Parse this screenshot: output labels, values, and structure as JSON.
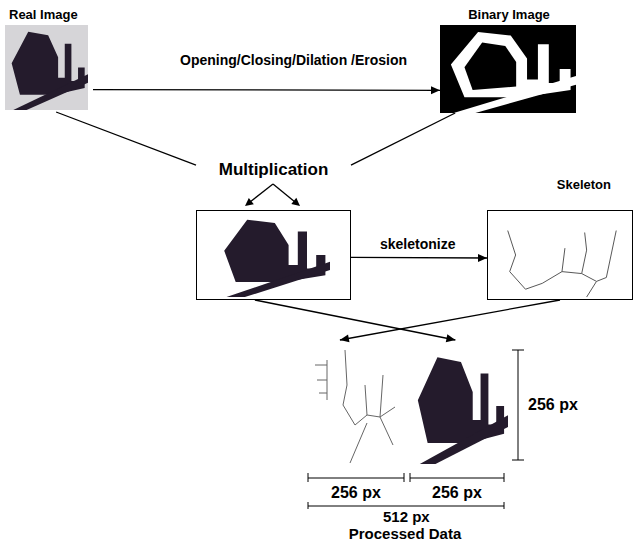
{
  "diagram": {
    "nodes": [
      {
        "text": [
          "Real Image"
        ]
      },
      {
        "text": [
          "Binary Image"
        ]
      },
      {
        "text": [
          "Multiplication"
        ]
      },
      {
        "text": [
          "Skeleton"
        ]
      },
      {
        "text": [
          "Processed Data"
        ]
      }
    ],
    "edges": [
      {
        "from": 0,
        "to": 1,
        "arrow": "to",
        "label": "Opening/Closing/Dilation /Erosion"
      },
      {
        "from": 0,
        "to": 2,
        "arrow": "none"
      },
      {
        "from": 1,
        "to": 2,
        "arrow": "none"
      },
      {
        "from": 2,
        "to": 3,
        "arrow": "to",
        "label": "skeletonize"
      },
      {
        "from": 2,
        "to": 4,
        "arrow": "to"
      },
      {
        "from": 3,
        "to": 4,
        "arrow": "to"
      }
    ],
    "labels": [
      "256 px",
      "256 px",
      "256 px",
      "512 px"
    ]
  }
}
